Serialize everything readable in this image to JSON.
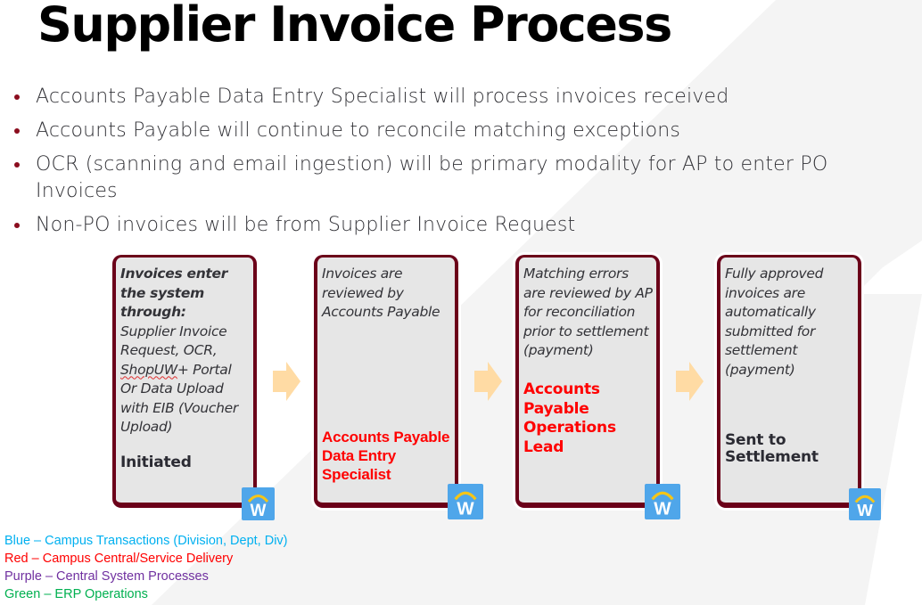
{
  "slide": {
    "title": "Supplier Invoice Process",
    "bullets": [
      "Accounts Payable Data Entry Specialist will process invoices received",
      "Accounts Payable will continue to reconcile matching exceptions",
      "OCR (scanning and email ingestion) will be primary modality for AP to enter PO Invoices",
      "Non-PO invoices will be from Supplier Invoice Request"
    ]
  },
  "process_steps": [
    {
      "heading": "Invoices enter the system through:",
      "description_parts": [
        "Supplier Invoice Request, OCR, ",
        "ShopUW",
        "+ Portal Or Data Upload with EIB (Voucher Upload)"
      ],
      "role": "Initiated",
      "role_color": "#2b2b33",
      "icon": "workday-icon"
    },
    {
      "description": "Invoices are reviewed by Accounts Payable",
      "role": "Accounts Payable Data Entry Specialist",
      "role_color": "#ff0000",
      "icon": "workday-icon"
    },
    {
      "description": "Matching errors are reviewed by AP for reconciliation prior to settlement (payment)",
      "role": "Accounts Payable Operations Lead",
      "role_color": "#ff0000",
      "icon": "workday-icon"
    },
    {
      "description": "Fully approved invoices are automatically submitted for settlement (payment)",
      "role": "Sent to Settlement",
      "role_color": "#2b2b33",
      "icon": "workday-icon"
    }
  ],
  "arrows": [
    "right-arrow-icon",
    "right-arrow-icon",
    "right-arrow-icon"
  ],
  "legend": [
    {
      "text": "Blue – Campus Transactions (Division, Dept, Div)",
      "color": "#00b0f0"
    },
    {
      "text": "Red – Campus Central/Service Delivery",
      "color": "#ff0000"
    },
    {
      "text": "Purple – Central System Processes",
      "color": "#7030a0"
    },
    {
      "text": "Green – ERP Operations",
      "color": "#00b050"
    }
  ],
  "colors": {
    "box_border": "#6b0019",
    "box_fill": "#e6e6e6",
    "arrow_fill": "#ffdba4",
    "workday_tile": "#4fa6ea",
    "workday_arc": "#f5c518",
    "bullet_dot": "#8b0d1e"
  }
}
